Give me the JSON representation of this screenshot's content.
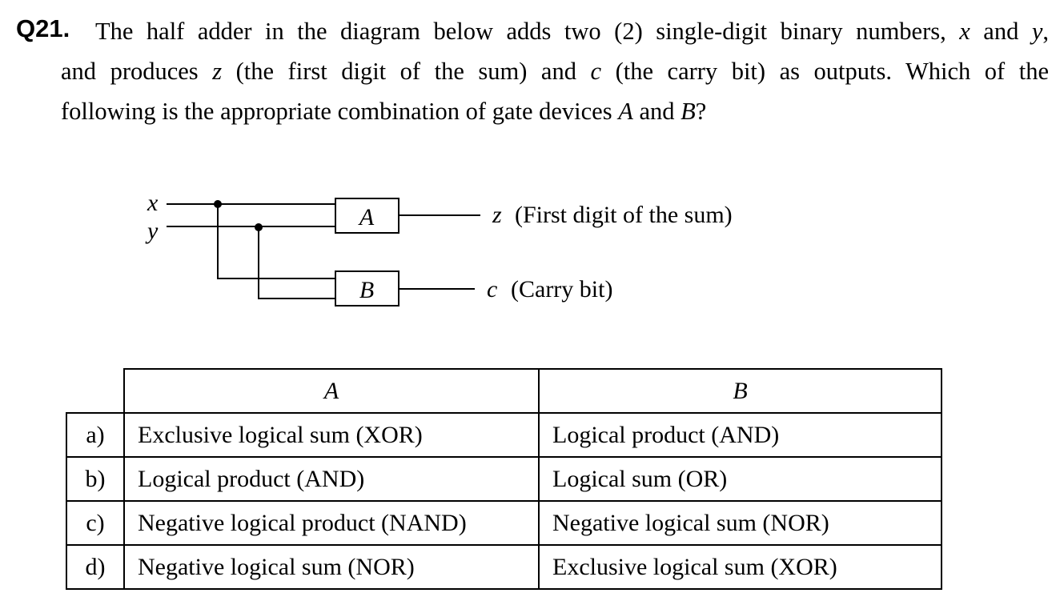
{
  "question": {
    "number": "Q21.",
    "lines": [
      [
        "The half adder in the diagram below adds two (2) single-digit binary numbers, ",
        "x",
        " and ",
        "y",
        ","
      ],
      [
        "and produces ",
        "z",
        " (the first digit of the sum) and ",
        "c",
        " (the carry bit) as outputs. Which of the"
      ],
      [
        "following is the appropriate combination of gate devices ",
        "A",
        " and ",
        "B",
        "?"
      ]
    ]
  },
  "diagram": {
    "inputs": [
      "x",
      "y"
    ],
    "gates": [
      "A",
      "B"
    ],
    "outputs": [
      {
        "var": "z",
        "label": "(First digit of the sum)"
      },
      {
        "var": "c",
        "label": "(Carry bit)"
      }
    ]
  },
  "table": {
    "headers": [
      "",
      "A",
      "B"
    ],
    "rows": [
      {
        "label": "a)",
        "a": "Exclusive logical sum (XOR)",
        "b": "Logical product (AND)"
      },
      {
        "label": "b)",
        "a": "Logical product (AND)",
        "b": "Logical sum (OR)"
      },
      {
        "label": "c)",
        "a": "Negative logical product (NAND)",
        "b": "Negative logical sum (NOR)"
      },
      {
        "label": "d)",
        "a": "Negative logical sum (NOR)",
        "b": "Exclusive logical sum (XOR)"
      }
    ]
  }
}
